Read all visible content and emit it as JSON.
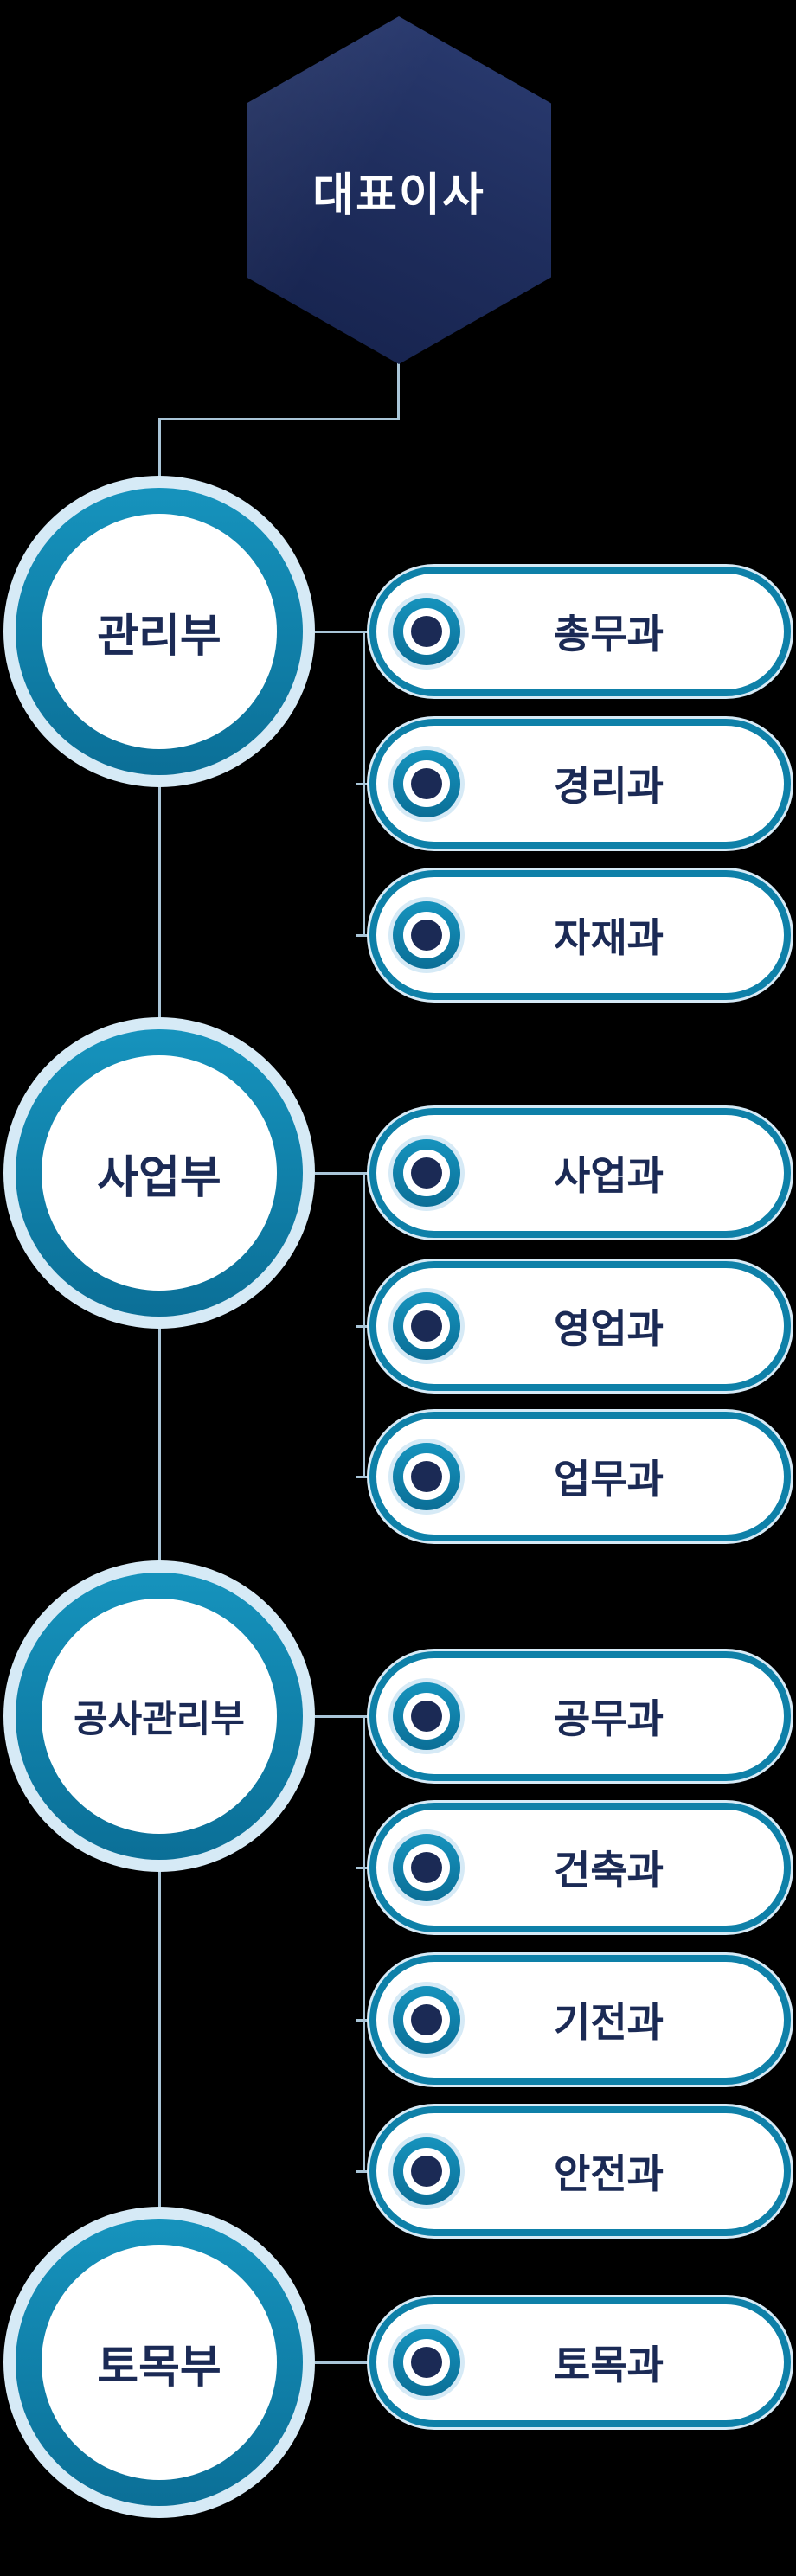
{
  "ceo": {
    "label": "대표이사"
  },
  "departments": [
    {
      "label": "관리부",
      "sections": [
        {
          "label": "총무과"
        },
        {
          "label": "경리과"
        },
        {
          "label": "자재과"
        }
      ]
    },
    {
      "label": "사업부",
      "sections": [
        {
          "label": "사업과"
        },
        {
          "label": "영업과"
        },
        {
          "label": "업무과"
        }
      ]
    },
    {
      "label": "공사관리부",
      "sections": [
        {
          "label": "공무과"
        },
        {
          "label": "건축과"
        },
        {
          "label": "기전과"
        },
        {
          "label": "안전과"
        }
      ]
    },
    {
      "label": "토목부",
      "sections": [
        {
          "label": "토목과"
        }
      ]
    }
  ],
  "style": {
    "background": "#000000",
    "hexagon_navy": "#1f2e5e",
    "ring_teal": "#0e80a8",
    "pale_blue": "#d6eaf6",
    "text_navy": "#1b2a55",
    "connector_line": "#a9c5d7"
  }
}
